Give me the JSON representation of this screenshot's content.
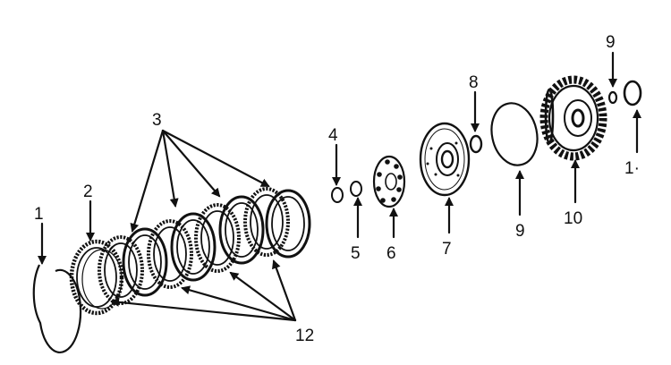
{
  "diagram": {
    "labels": {
      "l1": "1",
      "l2": "2",
      "l3": "3",
      "l4": "4",
      "l5": "5",
      "l6": "6",
      "l7": "7",
      "l8": "8",
      "l9a": "9",
      "l9b": "9",
      "l10": "10",
      "l11": "1·",
      "l12": "12"
    }
  }
}
